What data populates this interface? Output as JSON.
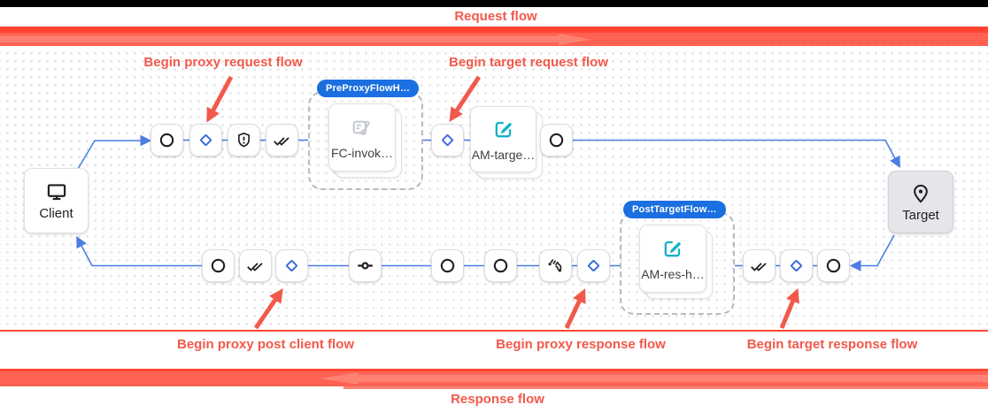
{
  "banners": {
    "request_label": "Request flow",
    "response_label": "Response flow"
  },
  "callouts": {
    "proxy_request": "Begin proxy request flow",
    "target_request": "Begin target request flow",
    "post_client": "Begin proxy post client flow",
    "proxy_response": "Begin proxy response flow",
    "target_response": "Begin target response flow"
  },
  "flow": {
    "client_label": "Client",
    "target_label": "Target",
    "pre_proxy_group": {
      "badge": "PreProxyFlowH…",
      "step_label": "FC-invok…",
      "step_icon": "flow-callout-icon"
    },
    "post_target_group": {
      "badge": "PostTargetFlow…",
      "step_label": "AM-res-h…",
      "step_icon": "edit-square-icon"
    },
    "am_target_step": {
      "label": "AM-targe…",
      "icon": "edit-square-icon"
    }
  },
  "icons": {
    "monitor-icon": "desktop display outline",
    "location-pin-icon": "map pin with dot",
    "circle-icon": "outlined circle",
    "diamond-icon": "blue outlined diamond",
    "shield-alert-icon": "shield with exclamation",
    "done-all-icon": "double checkmark",
    "commit-icon": "circle with side lines",
    "signal-waves-icon": "radiating waves with dots",
    "flow-callout-icon": "document with callout link",
    "edit-square-icon": "pencil over square"
  },
  "colors": {
    "annotation_red": "#f2594b",
    "banner_red": "#ff4431",
    "banner_salmon": "#ff6152",
    "wire_blue": "#4d7de4",
    "diamond_blue": "#3567dd",
    "badge_blue": "#1b6fe0",
    "policy_teal": "#14b2c9",
    "target_gray": "#e4e6e9"
  }
}
